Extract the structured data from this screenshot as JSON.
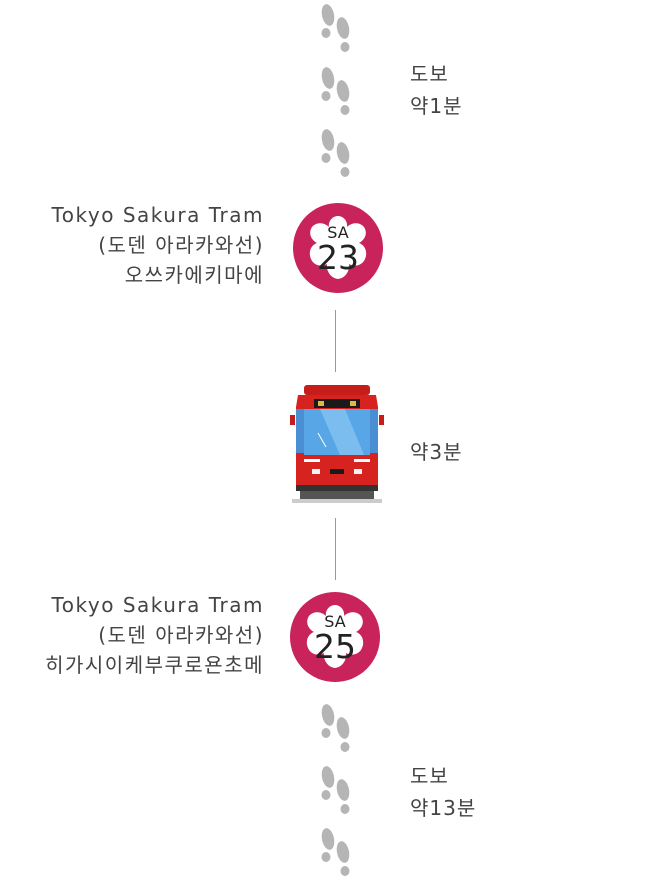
{
  "walk_top": {
    "label": "도보",
    "time": "약1분"
  },
  "station_23": {
    "line_en": "Tokyo Sakura Tram",
    "line_ko": "(도덴 아라카와선)",
    "name": "오쓰카에키마에",
    "badge_prefix": "SA",
    "badge_number": "23"
  },
  "ride": {
    "time": "약3분"
  },
  "station_25": {
    "line_en": "Tokyo Sakura Tram",
    "line_ko": "(도덴 아라카와선)",
    "name": "히가시이케부쿠로욘초메",
    "badge_prefix": "SA",
    "badge_number": "25"
  },
  "walk_bottom": {
    "label": "도보",
    "time": "약13분"
  },
  "colors": {
    "badge": "#c8235a",
    "footprint": "#b5b5b5",
    "tram_red": "#d7231f",
    "connector": "#999999"
  }
}
